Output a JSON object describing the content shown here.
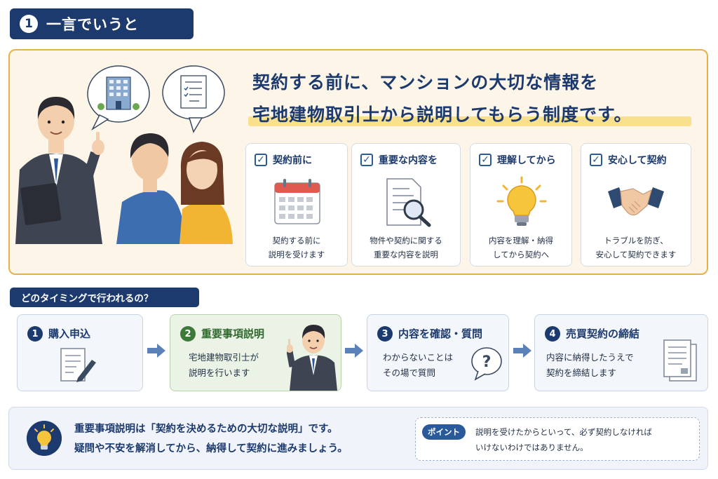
{
  "header": {
    "number": "1",
    "title": "一言でいうと"
  },
  "headline": {
    "line1": "契約する前に、マンションの大切な情報を",
    "line2": "宅地建物取引士から説明してもらう制度です。"
  },
  "cards": [
    {
      "title": "契約前に",
      "icon": "calendar-icon",
      "desc1": "契約する前に",
      "desc2": "説明を受けます"
    },
    {
      "title": "重要な内容を",
      "icon": "document-magnifier-icon",
      "desc1": "物件や契約に関する",
      "desc2": "重要な内容を説明"
    },
    {
      "title": "理解してから",
      "icon": "lightbulb-icon",
      "desc1": "内容を理解・納得",
      "desc2": "してから契約へ"
    },
    {
      "title": "安心して契約",
      "icon": "handshake-icon",
      "desc1": "トラブルを防ぎ、",
      "desc2": "安心して契約できます"
    }
  ],
  "timing": {
    "label": "どのタイミングで行われるの？"
  },
  "steps": [
    {
      "number": "1",
      "title": "購入申込",
      "icon": "form-pen-icon"
    },
    {
      "number": "2",
      "title": "重要事項説明",
      "desc1": "宅地建物取引士が",
      "desc2": "説明を行います",
      "icon": "agent-icon"
    },
    {
      "number": "3",
      "title": "内容を確認・質問",
      "desc1": "わからないことは",
      "desc2": "その場で質問",
      "icon": "question-bubble-icon"
    },
    {
      "number": "4",
      "title": "売買契約の締結",
      "desc1": "内容に納得したうえで",
      "desc2": "契約を締結します",
      "icon": "contract-documents-icon"
    }
  ],
  "bottom": {
    "line1": "重要事項説明は「契約を決めるための大切な説明」です。",
    "line2": "疑問や不安を解消してから、納得して契約に進みましょう。",
    "point_tag": "ポイント",
    "point1": "説明を受けたからといって、必ず契約しなければ",
    "point2": "いけないわけではありません。"
  },
  "colors": {
    "navy": "#1c3a6e",
    "accent_orange": "#e7b04a",
    "highlight_green": "#3d7a3a",
    "highlight_yellow": "#f9e08d"
  }
}
